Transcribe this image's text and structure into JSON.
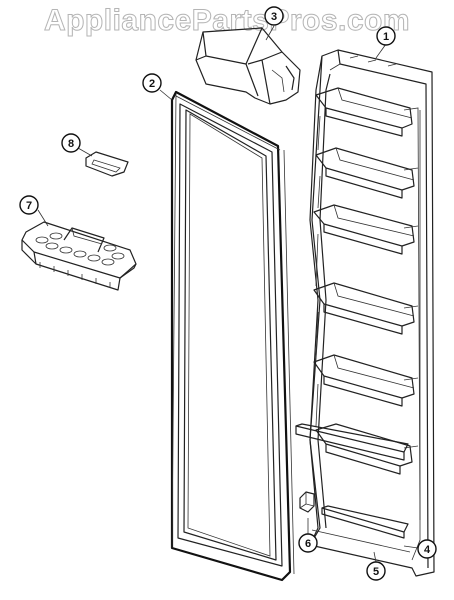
{
  "watermark": {
    "text": "AppliancePartsPros.com"
  },
  "callouts": [
    {
      "label": "1",
      "part": "door-assembly"
    },
    {
      "label": "2",
      "part": "door-gasket"
    },
    {
      "label": "3",
      "part": "dairy-compartment"
    },
    {
      "label": "4",
      "part": "door-trim-upper"
    },
    {
      "label": "5",
      "part": "door-trim-lower"
    },
    {
      "label": "6",
      "part": "door-stop"
    },
    {
      "label": "7",
      "part": "egg-tray"
    },
    {
      "label": "8",
      "part": "egg-tray-cover"
    }
  ]
}
